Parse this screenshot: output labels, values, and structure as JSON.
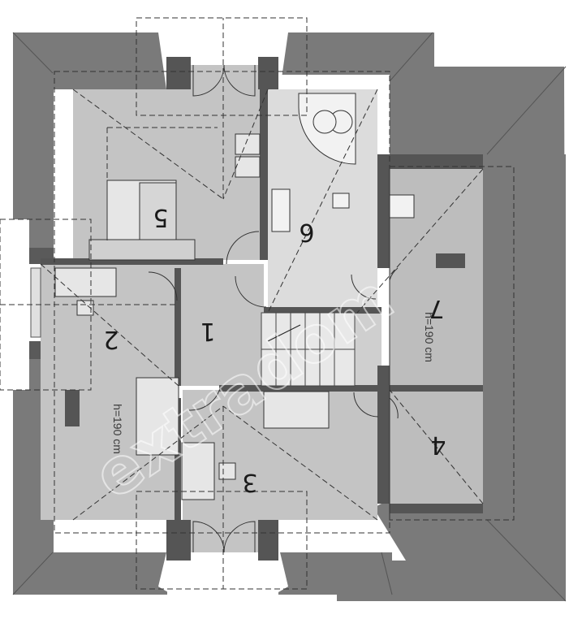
{
  "plan": {
    "rooms": [
      {
        "id": "1",
        "label": "1"
      },
      {
        "id": "2",
        "label": "2"
      },
      {
        "id": "3",
        "label": "3"
      },
      {
        "id": "4",
        "label": "4"
      },
      {
        "id": "5",
        "label": "5"
      },
      {
        "id": "6",
        "label": "6"
      },
      {
        "id": "7",
        "label": "7"
      }
    ],
    "height_notes": {
      "room2": "h=190 cm",
      "room7": "h=190 cm"
    },
    "watermark": "extradom"
  },
  "colors": {
    "roof": "#7a7a7a",
    "roof_edge": "#5a5a5a",
    "floor": "#c4c4c4",
    "bath_floor": "#dcdcdc",
    "wall": "#555555",
    "dashed": "#333333"
  }
}
